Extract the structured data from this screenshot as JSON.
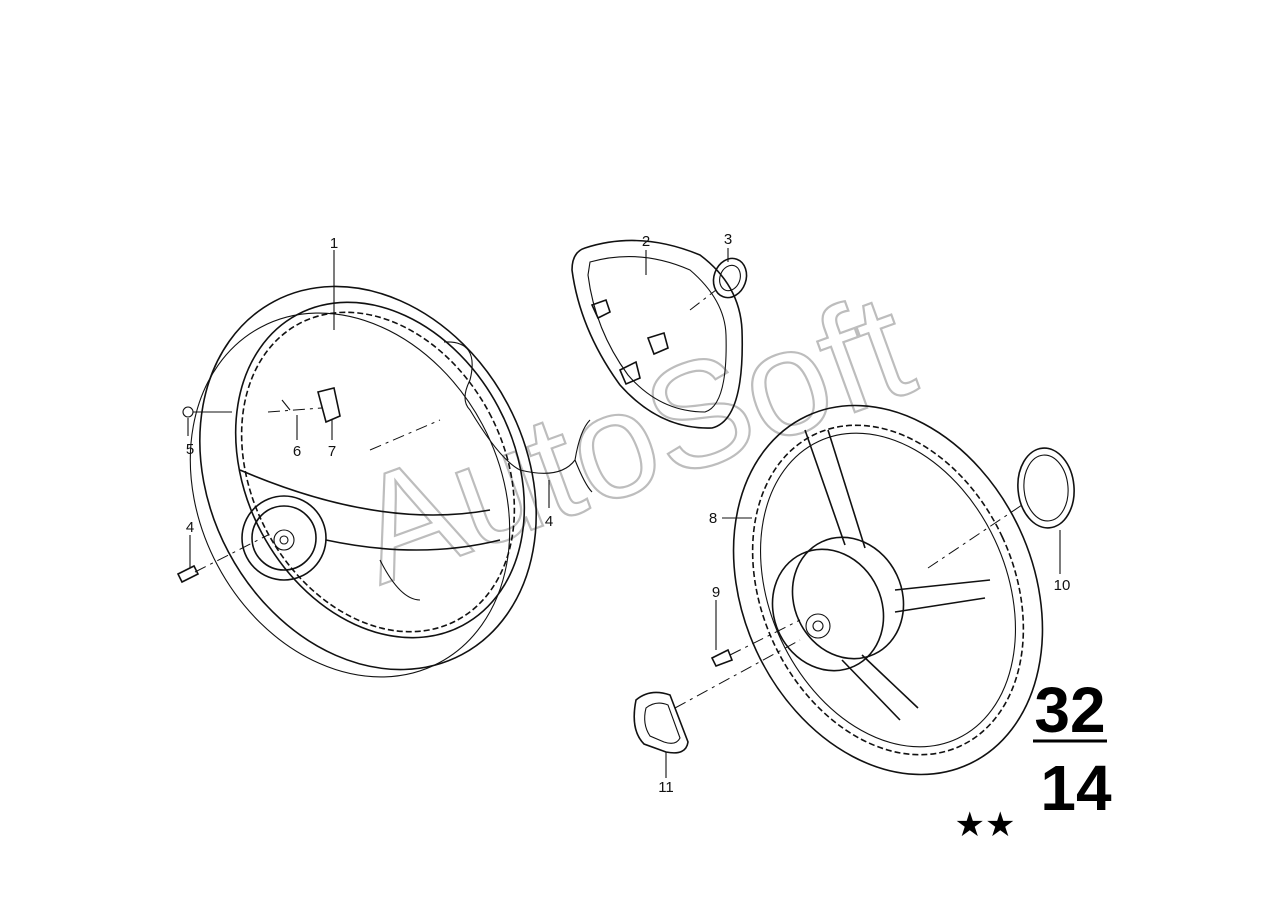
{
  "diagram": {
    "callouts": [
      {
        "id": "c1",
        "text": "1"
      },
      {
        "id": "c2",
        "text": "2"
      },
      {
        "id": "c3",
        "text": "3"
      },
      {
        "id": "c4a",
        "text": "4"
      },
      {
        "id": "c4b",
        "text": "4"
      },
      {
        "id": "c5",
        "text": "5"
      },
      {
        "id": "c6",
        "text": "6"
      },
      {
        "id": "c7",
        "text": "7"
      },
      {
        "id": "c8",
        "text": "8"
      },
      {
        "id": "c9",
        "text": "9"
      },
      {
        "id": "c10",
        "text": "10"
      },
      {
        "id": "c11",
        "text": "11"
      }
    ],
    "group": {
      "main": "32",
      "sub": "14"
    },
    "stars": "★★",
    "watermark": "AutoSoft"
  }
}
